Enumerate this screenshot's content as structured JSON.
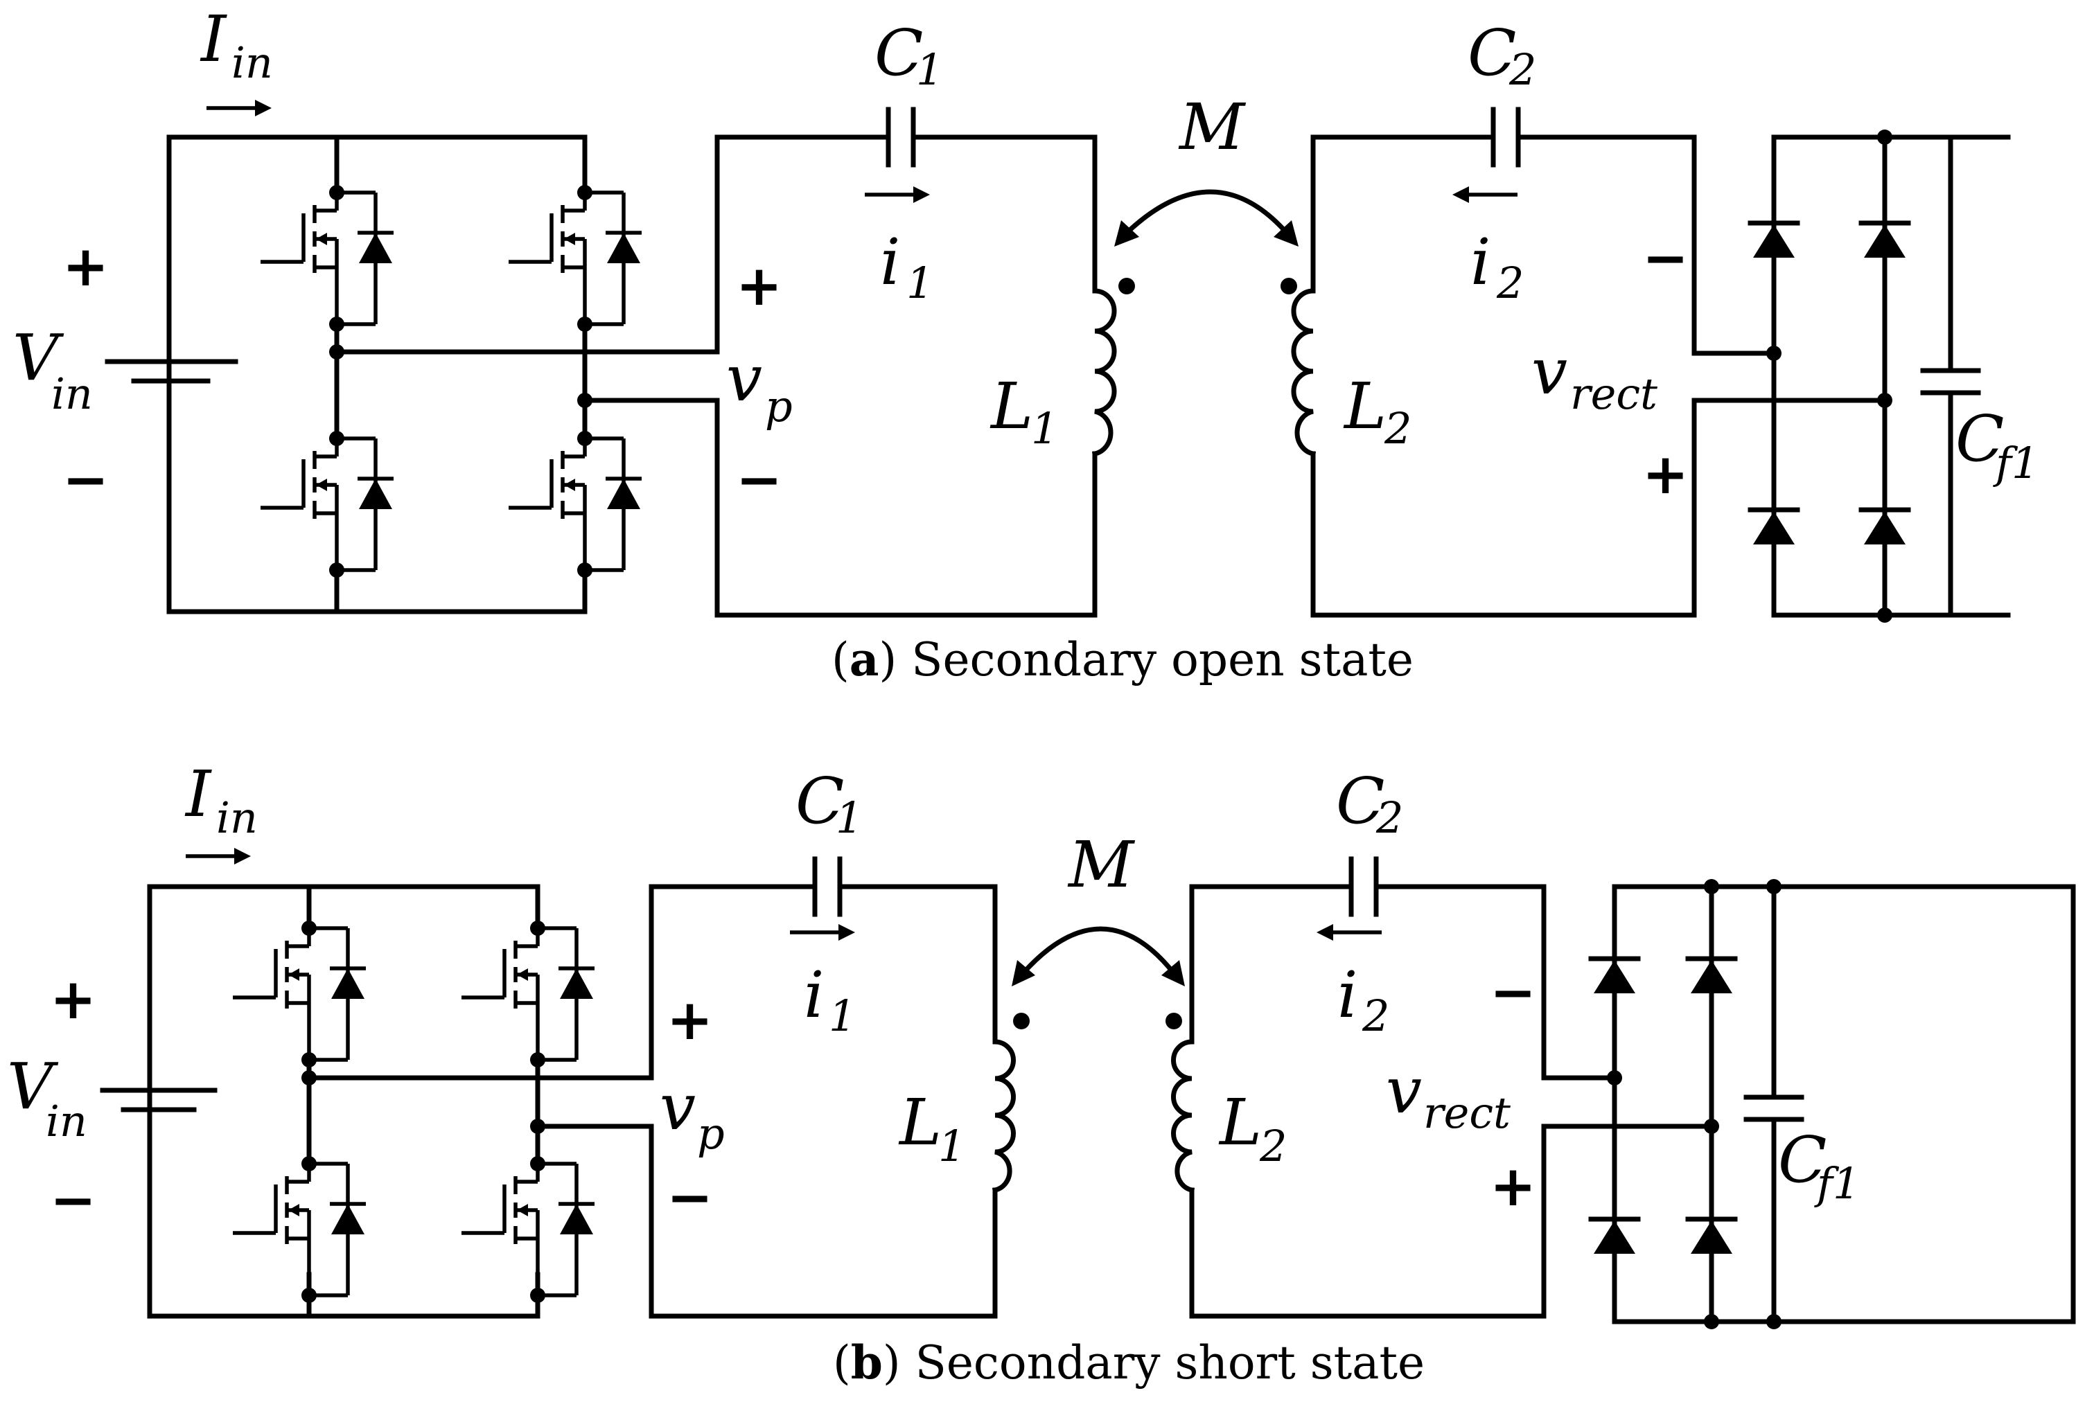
{
  "panels": [
    {
      "caption": {
        "letter": "a",
        "text": "Secondary open state"
      },
      "labels": {
        "input_current": "I",
        "input_current_sub": "in",
        "source_voltage": "V",
        "source_voltage_sub": "in",
        "source_plus": "+",
        "source_minus": "−",
        "primary_cap": "C",
        "primary_cap_sub": "1",
        "primary_current": "i",
        "primary_current_sub": "1",
        "inverter_voltage": "v",
        "inverter_voltage_sub": "p",
        "vp_plus": "+",
        "vp_minus": "−",
        "primary_coil": "L",
        "primary_coil_sub": "1",
        "mutual": "M",
        "secondary_coil": "L",
        "secondary_coil_sub": "2",
        "secondary_cap": "C",
        "secondary_cap_sub": "2",
        "secondary_current": "i",
        "secondary_current_sub": "2",
        "rect_voltage": "v",
        "rect_voltage_sub": "rect",
        "rect_minus": "−",
        "rect_plus": "+",
        "filter_cap": "C",
        "filter_cap_sub": "f1"
      }
    },
    {
      "caption": {
        "letter": "b",
        "text": "Secondary short state"
      },
      "labels": {
        "input_current": "I",
        "input_current_sub": "in",
        "source_voltage": "V",
        "source_voltage_sub": "in",
        "source_plus": "+",
        "source_minus": "−",
        "primary_cap": "C",
        "primary_cap_sub": "1",
        "primary_current": "i",
        "primary_current_sub": "1",
        "inverter_voltage": "v",
        "inverter_voltage_sub": "p",
        "vp_plus": "+",
        "vp_minus": "−",
        "primary_coil": "L",
        "primary_coil_sub": "1",
        "mutual": "M",
        "secondary_coil": "L",
        "secondary_coil_sub": "2",
        "secondary_cap": "C",
        "secondary_cap_sub": "2",
        "secondary_current": "i",
        "secondary_current_sub": "2",
        "rect_voltage": "v",
        "rect_voltage_sub": "rect",
        "rect_minus": "−",
        "rect_plus": "+",
        "filter_cap": "C",
        "filter_cap_sub": "f1"
      }
    }
  ]
}
